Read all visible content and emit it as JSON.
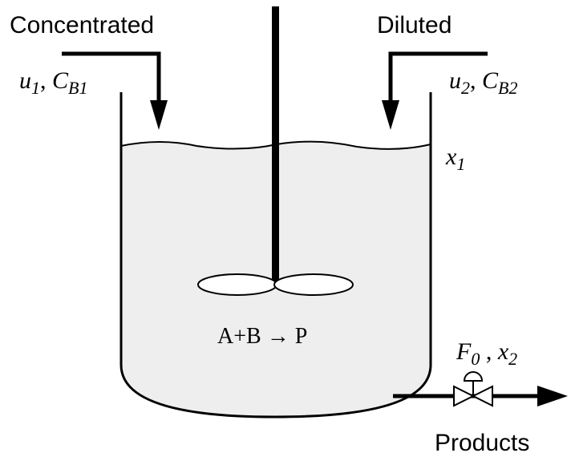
{
  "inlets": {
    "concentrated": {
      "title": "Concentrated",
      "flow_var": "u",
      "flow_sub": "1",
      "conc_var": "C",
      "conc_sub": "B1"
    },
    "diluted": {
      "title": "Diluted",
      "flow_var": "u",
      "flow_sub": "2",
      "conc_var": "C",
      "conc_sub": "B2"
    }
  },
  "tank": {
    "level_var": "x",
    "level_sub": "1",
    "reaction": "A+B → P"
  },
  "outlet": {
    "flow_var": "F",
    "flow_sub": "0",
    "conc_var": "x",
    "conc_sub": "2",
    "title": "Products"
  },
  "colors": {
    "liquid": "#eeeeee",
    "line": "#000000"
  }
}
